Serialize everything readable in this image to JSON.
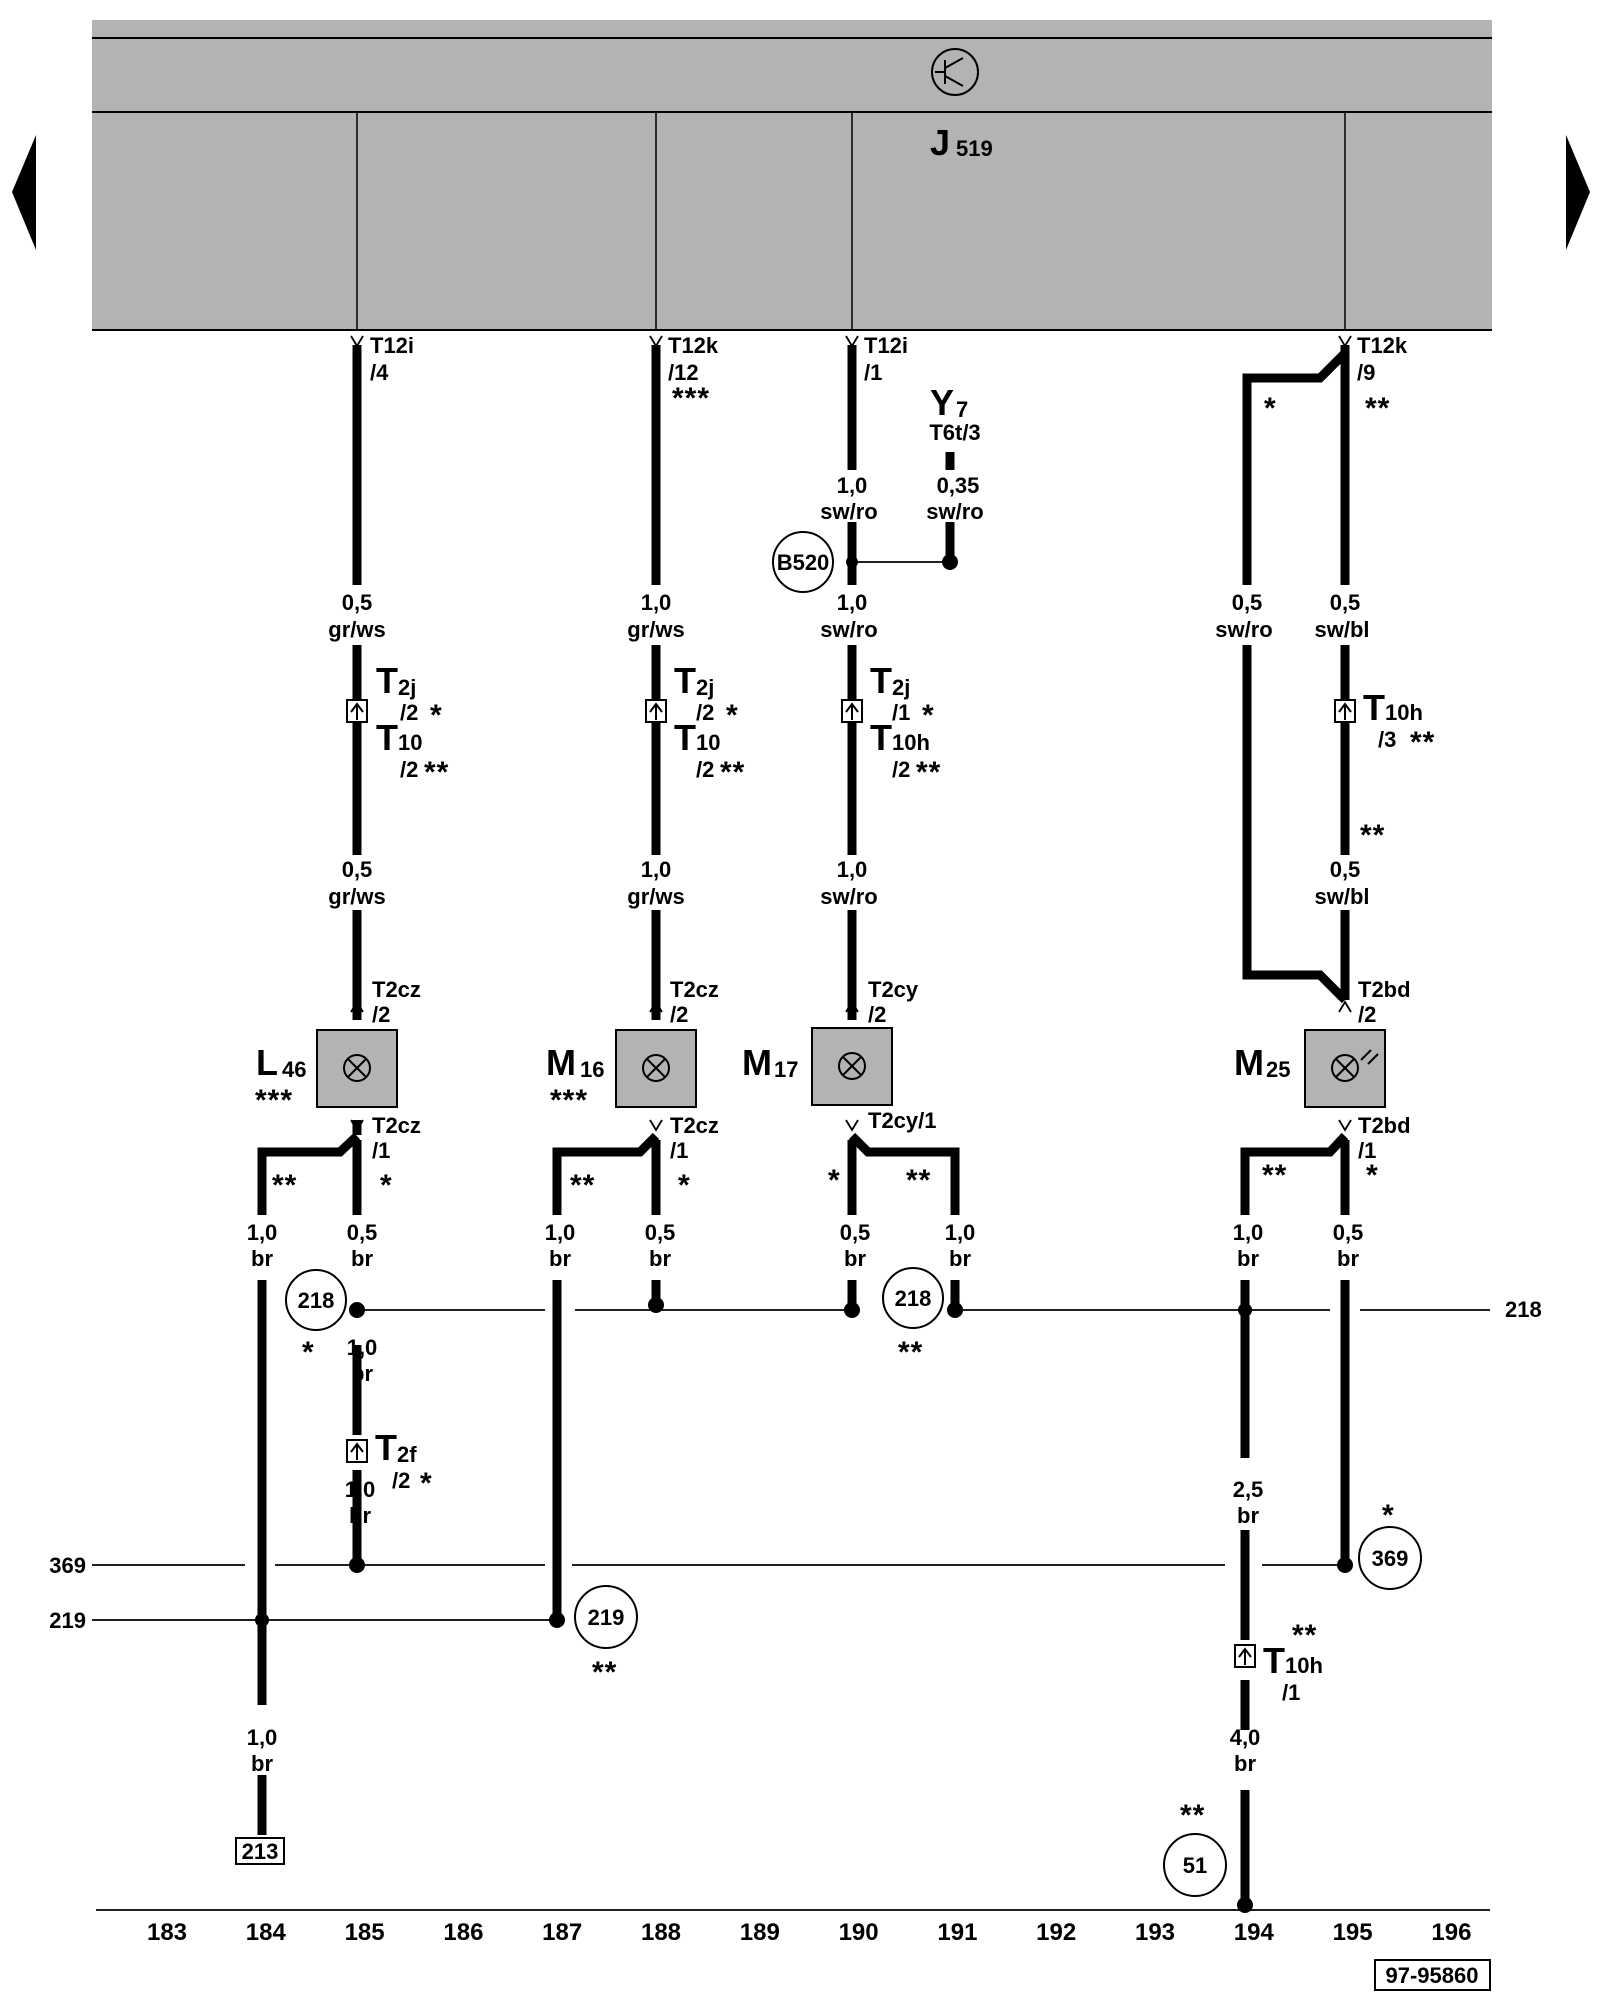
{
  "nav": {
    "prev_label": "previous page",
    "next_label": "next page"
  },
  "control_unit": {
    "name": "J",
    "sub": "519",
    "symbol": "processor-symbol"
  },
  "columns": {
    "c185": {
      "top_conn": "T12i",
      "top_pin": "/4",
      "w1_size": "0,5",
      "w1_color": "gr/ws",
      "conn_main": "T",
      "conn_main_sub": "2j",
      "conn_main_pin": "/2",
      "conn_main_star": "*",
      "conn_alt": "T",
      "conn_alt_sub": "10",
      "conn_alt_pin": "/2",
      "conn_alt_star": "**",
      "w2_size": "0,5",
      "w2_color": "gr/ws",
      "comp_conn_top": "T2cz",
      "comp_conn_top_pin": "/2",
      "comp": "L",
      "comp_sub": "46",
      "comp_star": "***",
      "comp_conn_bot": "T2cz",
      "comp_conn_bot_pin": "/1",
      "branch_star": "**",
      "main_star": "*",
      "wa_size": "1,0",
      "wa_color": "br",
      "wb_size": "0,5",
      "wb_color": "br",
      "ref218": "218",
      "ref218_star": "*",
      "wc_size": "1,0",
      "wc_color": "br",
      "t2f": "T",
      "t2f_sub": "2f",
      "t2f_pin": "/2",
      "t2f_star": "*",
      "wd_size": "1,0",
      "wd_color": "br",
      "we_size": "1,0",
      "we_color": "br",
      "box213": "213"
    },
    "c188": {
      "top_conn": "T12k",
      "top_pin": "/12",
      "top_star": "***",
      "w1_size": "1,0",
      "w1_color": "gr/ws",
      "conn_main": "T",
      "conn_main_sub": "2j",
      "conn_main_pin": "/2",
      "conn_main_star": "*",
      "conn_alt": "T",
      "conn_alt_sub": "10",
      "conn_alt_pin": "/2",
      "conn_alt_star": "**",
      "w2_size": "1,0",
      "w2_color": "gr/ws",
      "comp_conn_top": "T2cz",
      "comp_conn_top_pin": "/2",
      "comp": "M",
      "comp_sub": "16",
      "comp_star": "***",
      "comp_conn_bot": "T2cz",
      "comp_conn_bot_pin": "/1",
      "branch_star": "**",
      "main_star": "*",
      "wa_size": "1,0",
      "wa_color": "br",
      "wb_size": "0,5",
      "wb_color": "br",
      "ref219": "219",
      "ref219_star": "**"
    },
    "c190": {
      "top_conn": "T12i",
      "top_pin": "/1",
      "y7": "Y",
      "y7_sub": "7",
      "y7_conn": "T6t/3",
      "wy_size": "0,35",
      "wy_color": "sw/ro",
      "w0_size": "1,0",
      "w0_color": "sw/ro",
      "b520": "B520",
      "w1_size": "1,0",
      "w1_color": "sw/ro",
      "conn_main": "T",
      "conn_main_sub": "2j",
      "conn_main_pin": "/1",
      "conn_main_star": "*",
      "conn_alt": "T",
      "conn_alt_sub": "10h",
      "conn_alt_pin": "/2",
      "conn_alt_star": "**",
      "w2_size": "1,0",
      "w2_color": "sw/ro",
      "comp_conn_top": "T2cy",
      "comp_conn_top_pin": "/2",
      "comp": "M",
      "comp_sub": "17",
      "comp_conn_bot": "T2cy/1",
      "main_star": "*",
      "branch_star": "**",
      "wa_size": "0,5",
      "wa_color": "br",
      "wb_size": "1,0",
      "wb_color": "br",
      "ref218": "218",
      "ref218_star": "**"
    },
    "c195": {
      "top_conn": "T12k",
      "top_pin": "/9",
      "left_star": "*",
      "right_star": "**",
      "wl_size": "0,5",
      "wl_color": "sw/ro",
      "w1_size": "0,5",
      "w1_color": "sw/bl",
      "conn_alt": "T",
      "conn_alt_sub": "10h",
      "conn_alt_pin": "/3",
      "conn_alt_star": "**",
      "mid_star": "**",
      "w2_size": "0,5",
      "w2_color": "sw/bl",
      "comp_conn_top": "T2bd",
      "comp_conn_top_pin": "/2",
      "comp": "M",
      "comp_sub": "25",
      "comp_conn_bot": "T2bd",
      "comp_conn_bot_pin": "/1",
      "branch_star": "**",
      "main_star": "*",
      "wa_size": "1,0",
      "wa_color": "br",
      "wb_size": "0,5",
      "wb_color": "br",
      "ref369": "369",
      "ref369_star": "*",
      "wc_size": "2,5",
      "wc_color": "br",
      "t10h": "T",
      "t10h_sub": "10h",
      "t10h_pin": "/1",
      "t10h_star": "**",
      "wd_size": "4,0",
      "wd_color": "br",
      "ref51": "51",
      "ref51_star": "**"
    }
  },
  "bus_refs": {
    "r218": "218",
    "r369": "369",
    "r219": "219"
  },
  "footer": {
    "ticks": [
      "183",
      "184",
      "185",
      "186",
      "187",
      "188",
      "189",
      "190",
      "191",
      "192",
      "193",
      "194",
      "195",
      "196"
    ],
    "drawing_id": "97-95860"
  }
}
